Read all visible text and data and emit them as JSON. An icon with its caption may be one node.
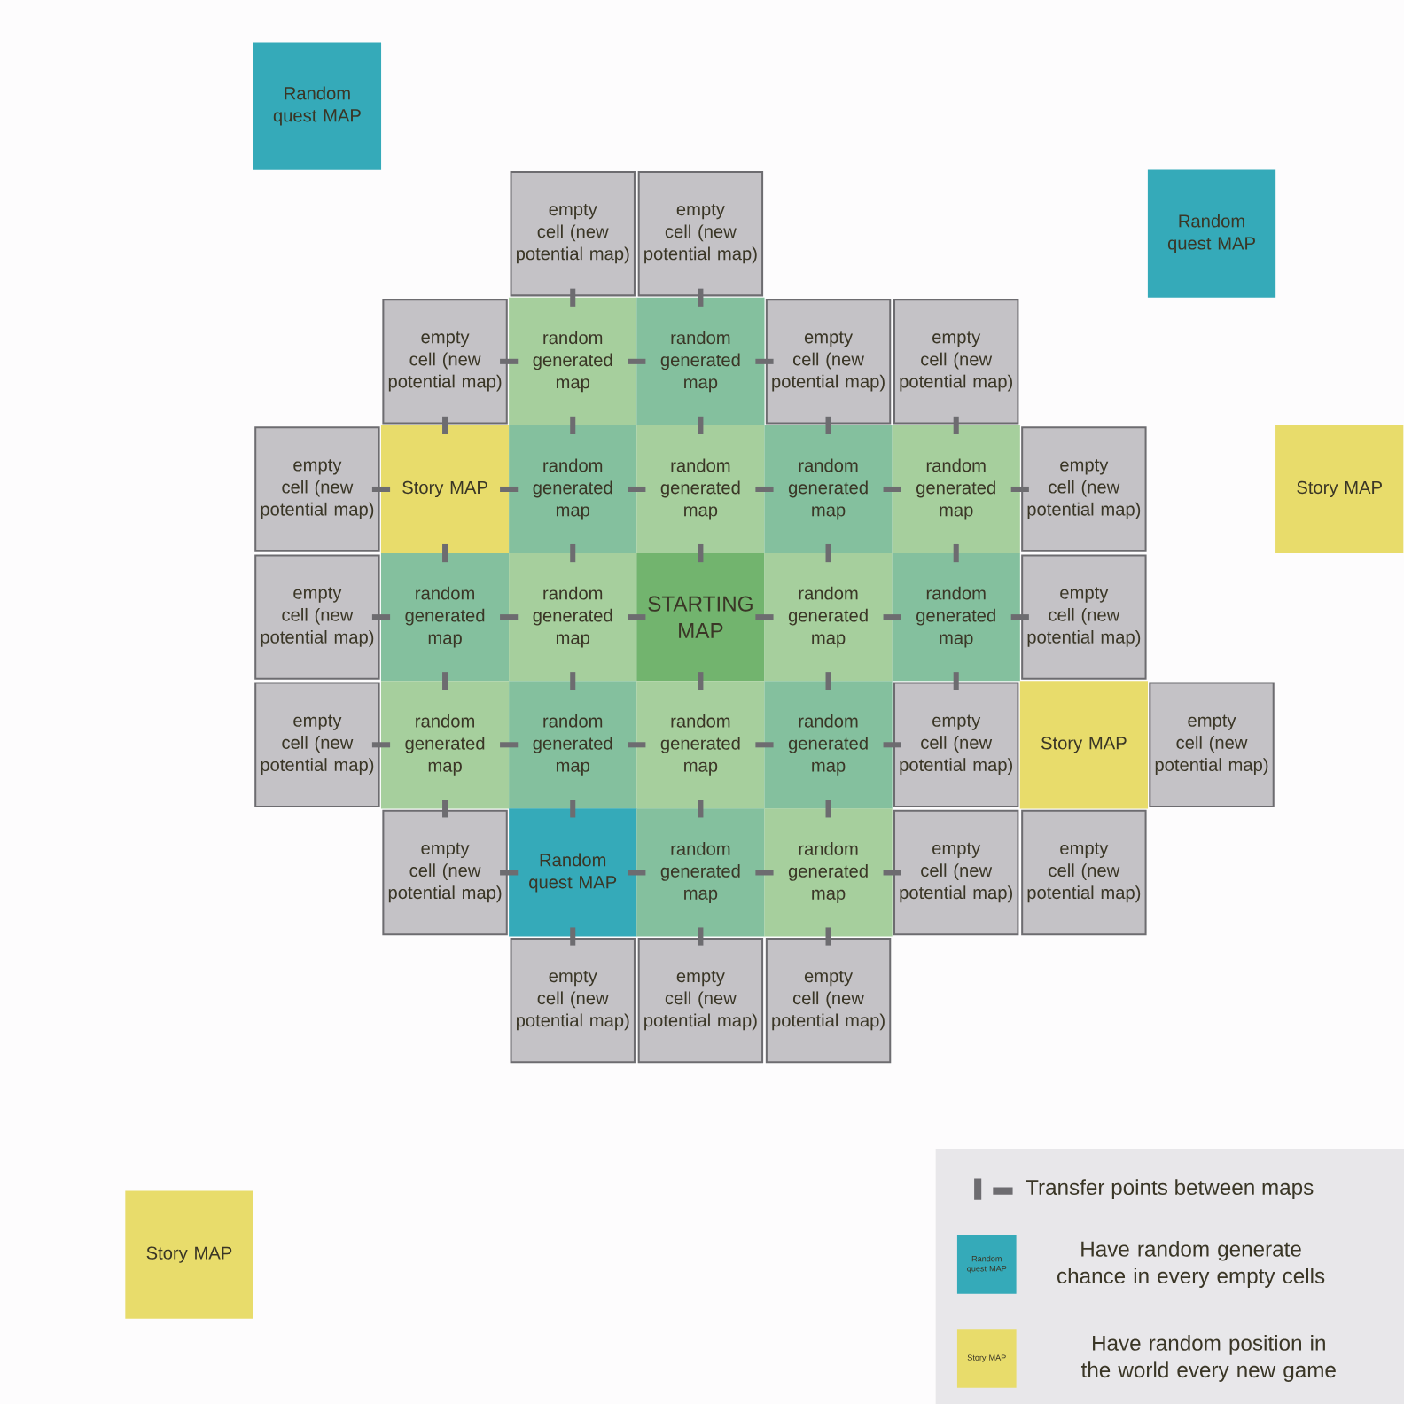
{
  "diagram": {
    "nodes": [
      {
        "text": [
          "Random quest MAP"
        ]
      },
      {
        "text": [
          "empty cell (new potential map)"
        ]
      },
      {
        "text": [
          "empty cell (new potential map)"
        ]
      },
      {
        "text": [
          "Random quest MAP"
        ]
      },
      {
        "text": [
          "empty cell (new potential map)"
        ]
      },
      {
        "text": [
          "random generated map"
        ]
      },
      {
        "text": [
          "random generated map"
        ]
      },
      {
        "text": [
          "empty cell (new potential map)"
        ]
      },
      {
        "text": [
          "empty cell (new potential map)"
        ]
      },
      {
        "text": [
          "empty cell (new potential map)"
        ]
      },
      {
        "text": [
          "Story MAP"
        ]
      },
      {
        "text": [
          "random generated map"
        ]
      },
      {
        "text": [
          "random generated map"
        ]
      },
      {
        "text": [
          "random generated map"
        ]
      },
      {
        "text": [
          "random generated map"
        ]
      },
      {
        "text": [
          "empty cell (new potential map)"
        ]
      },
      {
        "text": [
          "Story MAP"
        ]
      },
      {
        "text": [
          "empty cell (new potential map)"
        ]
      },
      {
        "text": [
          "random generated map"
        ]
      },
      {
        "text": [
          "random generated map"
        ]
      },
      {
        "text": [
          "STARTING MAP"
        ]
      },
      {
        "text": [
          "random generated map"
        ]
      },
      {
        "text": [
          "random generated map"
        ]
      },
      {
        "text": [
          "empty cell (new potential map)"
        ]
      },
      {
        "text": [
          "empty cell (new potential map)"
        ]
      },
      {
        "text": [
          "random generated map"
        ]
      },
      {
        "text": [
          "random generated map"
        ]
      },
      {
        "text": [
          "random generated map"
        ]
      },
      {
        "text": [
          "random generated map"
        ]
      },
      {
        "text": [
          "empty cell (new potential map)"
        ]
      },
      {
        "text": [
          "Story MAP"
        ]
      },
      {
        "text": [
          "empty cell (new potential map)"
        ]
      },
      {
        "text": [
          "empty cell (new potential map)"
        ]
      },
      {
        "text": [
          "Random quest MAP"
        ]
      },
      {
        "text": [
          "random generated map"
        ]
      },
      {
        "text": [
          "random generated map"
        ]
      },
      {
        "text": [
          "empty cell (new potential map)"
        ]
      },
      {
        "text": [
          "empty cell (new potential map)"
        ]
      },
      {
        "text": [
          "empty cell (new potential map)"
        ]
      },
      {
        "text": [
          "empty cell (new potential map)"
        ]
      },
      {
        "text": [
          "empty cell (new potential map)"
        ]
      },
      {
        "text": [
          "Story MAP"
        ]
      }
    ],
    "edges": [
      {
        "from": 1,
        "to": 5,
        "arrow": "none"
      },
      {
        "from": 2,
        "to": 6,
        "arrow": "none"
      },
      {
        "from": 4,
        "to": 5,
        "arrow": "none"
      },
      {
        "from": 5,
        "to": 6,
        "arrow": "none"
      },
      {
        "from": 6,
        "to": 7,
        "arrow": "none"
      },
      {
        "from": 4,
        "to": 10,
        "arrow": "none"
      },
      {
        "from": 5,
        "to": 11,
        "arrow": "none"
      },
      {
        "from": 6,
        "to": 12,
        "arrow": "none"
      },
      {
        "from": 7,
        "to": 13,
        "arrow": "none"
      },
      {
        "from": 8,
        "to": 14,
        "arrow": "none"
      },
      {
        "from": 9,
        "to": 10,
        "arrow": "none"
      },
      {
        "from": 10,
        "to": 11,
        "arrow": "none"
      },
      {
        "from": 11,
        "to": 12,
        "arrow": "none"
      },
      {
        "from": 12,
        "to": 13,
        "arrow": "none"
      },
      {
        "from": 13,
        "to": 14,
        "arrow": "none"
      },
      {
        "from": 14,
        "to": 15,
        "arrow": "none"
      },
      {
        "from": 10,
        "to": 18,
        "arrow": "none"
      },
      {
        "from": 11,
        "to": 19,
        "arrow": "none"
      },
      {
        "from": 12,
        "to": 20,
        "arrow": "none"
      },
      {
        "from": 13,
        "to": 21,
        "arrow": "none"
      },
      {
        "from": 14,
        "to": 22,
        "arrow": "none"
      },
      {
        "from": 17,
        "to": 18,
        "arrow": "none"
      },
      {
        "from": 18,
        "to": 19,
        "arrow": "none"
      },
      {
        "from": 19,
        "to": 20,
        "arrow": "none"
      },
      {
        "from": 20,
        "to": 21,
        "arrow": "none"
      },
      {
        "from": 21,
        "to": 22,
        "arrow": "none"
      },
      {
        "from": 22,
        "to": 23,
        "arrow": "none"
      },
      {
        "from": 18,
        "to": 25,
        "arrow": "none"
      },
      {
        "from": 19,
        "to": 26,
        "arrow": "none"
      },
      {
        "from": 20,
        "to": 27,
        "arrow": "none"
      },
      {
        "from": 21,
        "to": 28,
        "arrow": "none"
      },
      {
        "from": 22,
        "to": 29,
        "arrow": "none"
      },
      {
        "from": 24,
        "to": 25,
        "arrow": "none"
      },
      {
        "from": 25,
        "to": 26,
        "arrow": "none"
      },
      {
        "from": 26,
        "to": 27,
        "arrow": "none"
      },
      {
        "from": 27,
        "to": 28,
        "arrow": "none"
      },
      {
        "from": 28,
        "to": 29,
        "arrow": "none"
      },
      {
        "from": 25,
        "to": 32,
        "arrow": "none"
      },
      {
        "from": 26,
        "to": 33,
        "arrow": "none"
      },
      {
        "from": 27,
        "to": 34,
        "arrow": "none"
      },
      {
        "from": 28,
        "to": 35,
        "arrow": "none"
      },
      {
        "from": 32,
        "to": 33,
        "arrow": "none"
      },
      {
        "from": 33,
        "to": 34,
        "arrow": "none"
      },
      {
        "from": 34,
        "to": 35,
        "arrow": "none"
      },
      {
        "from": 35,
        "to": 36,
        "arrow": "none"
      },
      {
        "from": 33,
        "to": 38,
        "arrow": "none"
      },
      {
        "from": 34,
        "to": 39,
        "arrow": "none"
      },
      {
        "from": 35,
        "to": 40,
        "arrow": "none"
      }
    ],
    "labels": [
      "Random quest MAP",
      "Story MAP"
    ],
    "legend": [
      {
        "text": "Transfer points between maps"
      },
      {
        "text": "Have random generate chance in every empty cells",
        "color": "#35aab9"
      },
      {
        "text": "Have random position in the world every new game",
        "color": "#e8dc6b"
      }
    ]
  }
}
